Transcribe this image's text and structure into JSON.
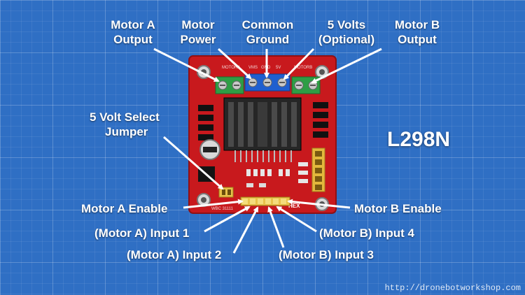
{
  "title": "L298N",
  "labels": {
    "motor_a_output": [
      "Motor A",
      "Output"
    ],
    "motor_power": [
      "Motor",
      "Power"
    ],
    "common_ground": [
      "Common",
      "Ground"
    ],
    "five_volts": [
      "5 Volts",
      "(Optional)"
    ],
    "motor_b_output": [
      "Motor B",
      "Output"
    ],
    "five_volt_select": [
      "5 Volt Select",
      "Jumper"
    ],
    "motor_a_enable": "Motor A Enable",
    "motor_b_enable": "Motor B Enable",
    "input_1": "(Motor A) Input 1",
    "input_2": "(Motor A) Input 2",
    "input_3": "(Motor B) Input 3",
    "input_4": "(Motor B) Input 4"
  },
  "board_silkscreen": {
    "motor_a": "MOTORA",
    "vms": "VMS",
    "gnd": "GND",
    "five_v": "5V",
    "motor_b": "MOTORB",
    "model": "WBC 31111",
    "hex": "HEX"
  },
  "footer_url": "http://dronebotworkshop.com",
  "colors": {
    "background": "#2f6fc4",
    "board": "#c8191d",
    "text": "#ffffff",
    "terminal_green": "#2e9e45",
    "terminal_blue": "#1f5fcf",
    "heatsink": "#222222",
    "header_pins": "#e8c24a"
  }
}
